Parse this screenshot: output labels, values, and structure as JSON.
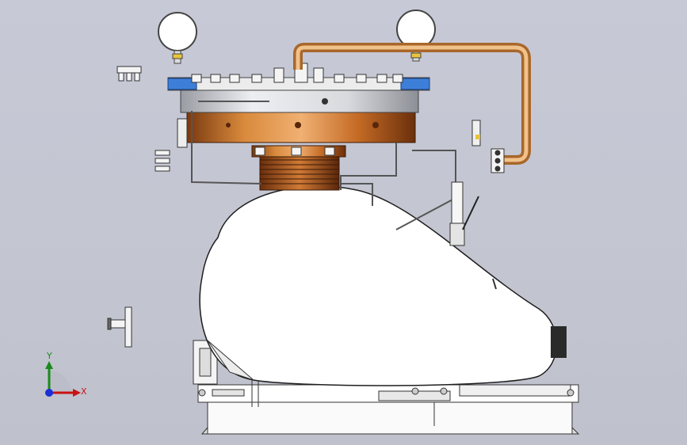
{
  "window": {
    "background": "#c4c6d3"
  },
  "model": {
    "name": "compressor-assembly",
    "components": [
      "pressure-gauge-left",
      "pressure-gauge-right",
      "flange-head",
      "copper-cylinder",
      "bellows",
      "copper-pipe",
      "crankcase",
      "base-frame",
      "valve",
      "fittings"
    ],
    "colors": {
      "copper": "#c46a25",
      "copper_pipe": "#d29a57",
      "blue_pad": "#3d7fd8",
      "white_body": "#ffffff",
      "outline": "#222222"
    }
  },
  "triad": {
    "y_label": "Y",
    "x_label": "X",
    "y_color": "#1a8a1a",
    "x_color": "#c81414",
    "z_color": "#1b2fd6",
    "origin_icon": "view-orientation-triad-icon"
  }
}
